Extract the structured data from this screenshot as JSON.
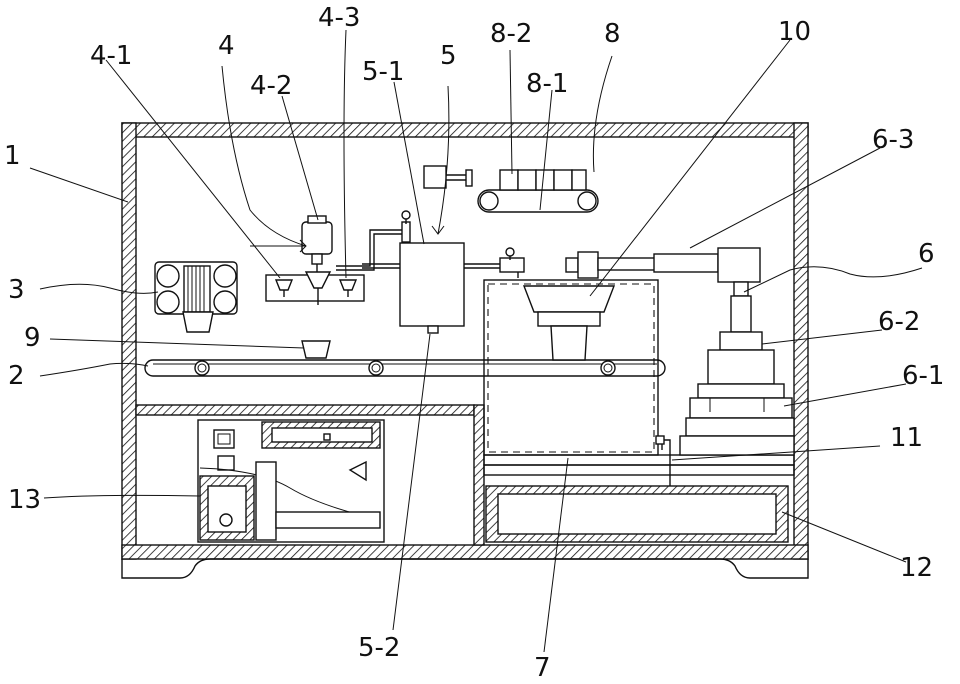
{
  "figure": {
    "labels": {
      "l1": "1",
      "l2": "2",
      "l3": "3",
      "l4": "4",
      "l4_1": "4-1",
      "l4_2": "4-2",
      "l4_3": "4-3",
      "l5": "5",
      "l5_1": "5-1",
      "l5_2": "5-2",
      "l6": "6",
      "l6_1": "6-1",
      "l6_2": "6-2",
      "l6_3": "6-3",
      "l7": "7",
      "l8": "8",
      "l8_1": "8-1",
      "l8_2": "8-2",
      "l9": "9",
      "l10": "10",
      "l11": "11",
      "l12": "12",
      "l13": "13"
    }
  }
}
